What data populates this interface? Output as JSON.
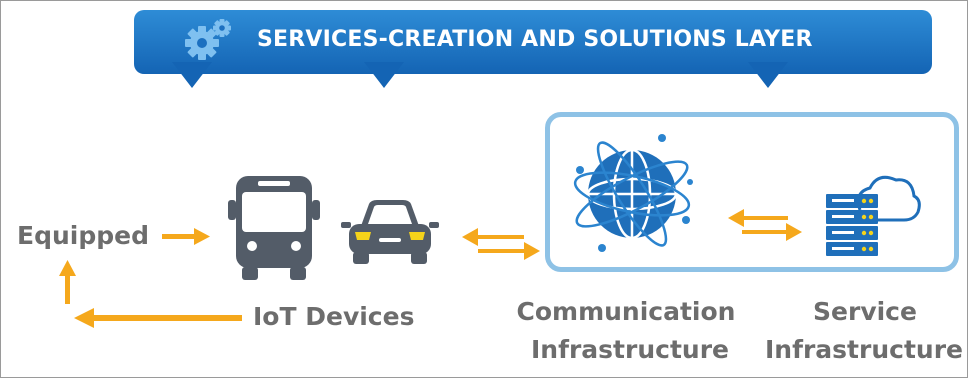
{
  "banner": {
    "title": "SERVICES-CREATION AND SOLUTIONS LAYER",
    "icon": "gear-icon"
  },
  "labels": {
    "equipped": "Equipped",
    "iot_devices": "IoT Devices",
    "communication_line1": "Communication",
    "communication_line2": "Infrastructure",
    "service_line1": "Service",
    "service_line2": "Infrastructure"
  },
  "icons": [
    "bus-icon",
    "car-icon",
    "globe-network-icon",
    "server-cloud-icon"
  ],
  "colors": {
    "banner_blue": "#1464b4",
    "arrow_orange": "#f5a81c",
    "icon_gray": "#535c68",
    "icon_blue": "#1f6fba",
    "box_border": "#8ec2e6",
    "label_gray": "#6d6d6d"
  }
}
